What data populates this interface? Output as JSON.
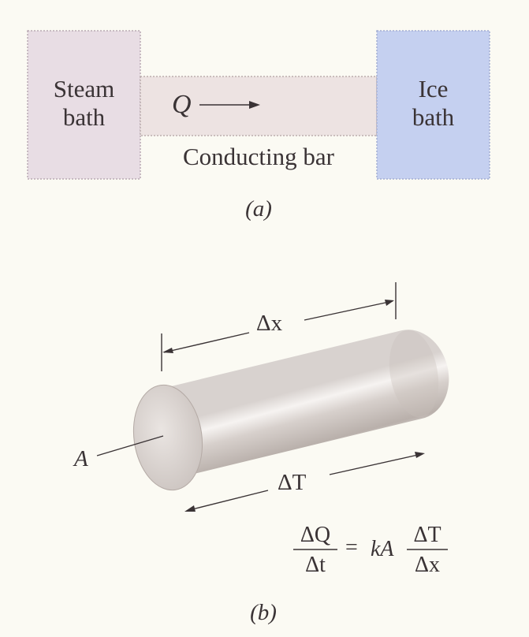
{
  "panel_a": {
    "steam_bath": {
      "line1": "Steam",
      "line2": "bath"
    },
    "ice_bath": {
      "line1": "Ice",
      "line2": "bath"
    },
    "heat_symbol": "Q",
    "bar_label": "Conducting bar",
    "caption": "(a)"
  },
  "panel_b": {
    "length_label": "Δx",
    "area_label": "A",
    "temp_label": "ΔT",
    "equation": {
      "lhs_num": "ΔQ",
      "lhs_den": "Δt",
      "equals": "=",
      "coeff": "kA",
      "rhs_num": "ΔT",
      "rhs_den": "Δx"
    },
    "caption": "(b)"
  },
  "colors": {
    "steam_bath": "#e8dde4",
    "ice_bath": "#c5d0f0",
    "bar": "#ede3e2",
    "background": "#fbfaf3"
  }
}
